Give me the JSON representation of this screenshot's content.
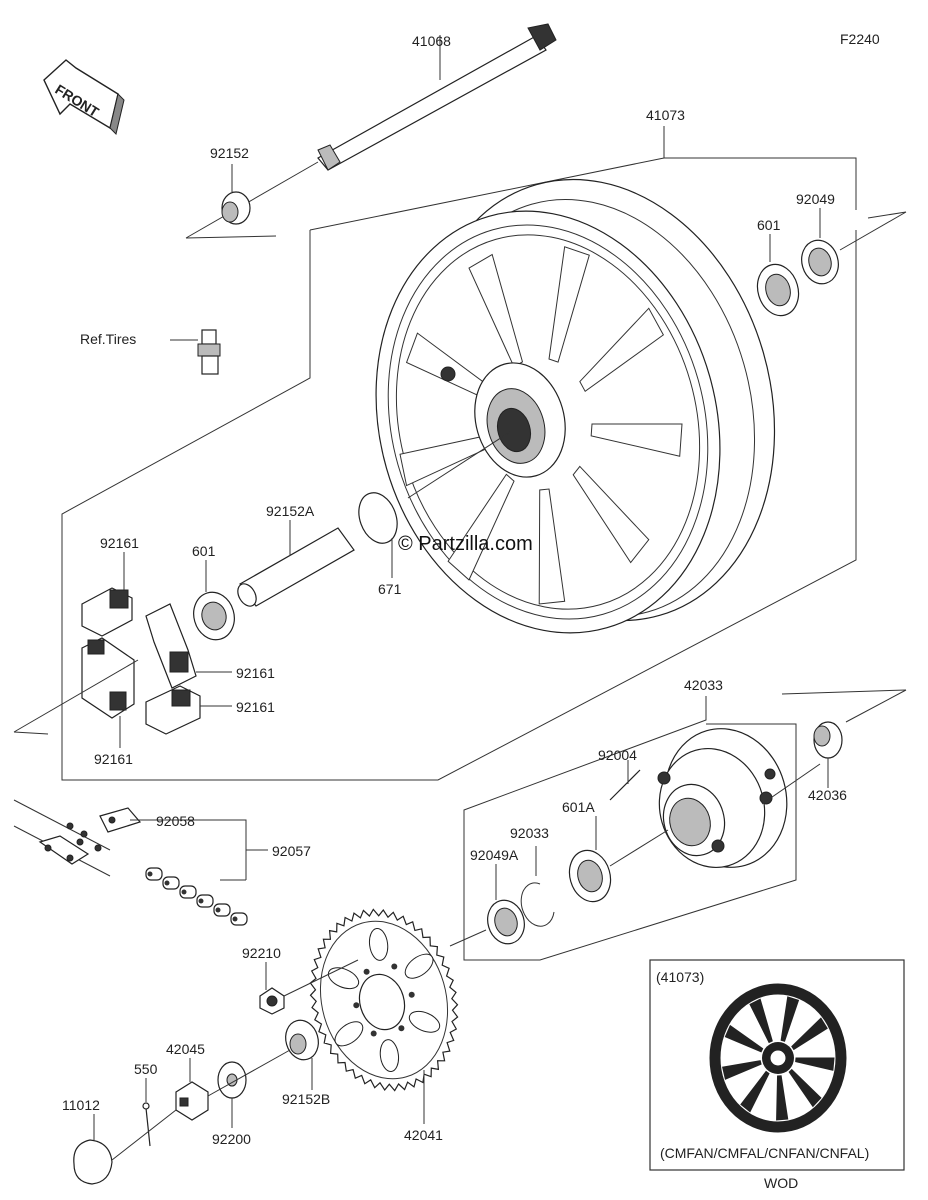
{
  "diagram": {
    "figure_code": "F2240",
    "front_label": "FRONT",
    "watermark": "© Partzilla.com",
    "inset_code": "(41073)",
    "inset_models": "(CMFAN/CMFAL/CNFAN/CNFAL)",
    "inset_note": "WOD",
    "callouts": {
      "axle": "41068",
      "collar_top": "92152",
      "wheel": "41073",
      "seal_right": "92049",
      "bearing_right": "601",
      "valve": "Ref.Tires",
      "sleeve": "92152A",
      "bearing_left": "601",
      "oring": "671",
      "damper_top": "92161",
      "damper_mid": "92161",
      "damper_low": "92161",
      "damper_bottom": "92161",
      "coupling": "42033",
      "stud": "92004",
      "collar_right": "42036",
      "bearing_coupling": "601A",
      "circlip": "92033",
      "seal_coupling": "92049A",
      "link": "92058",
      "chain": "92057",
      "sprocket_nut": "92210",
      "washer": "92200",
      "collar_sprocket": "92152B",
      "sprocket": "42041",
      "nut": "42045",
      "pin": "550",
      "cap": "11012"
    }
  }
}
